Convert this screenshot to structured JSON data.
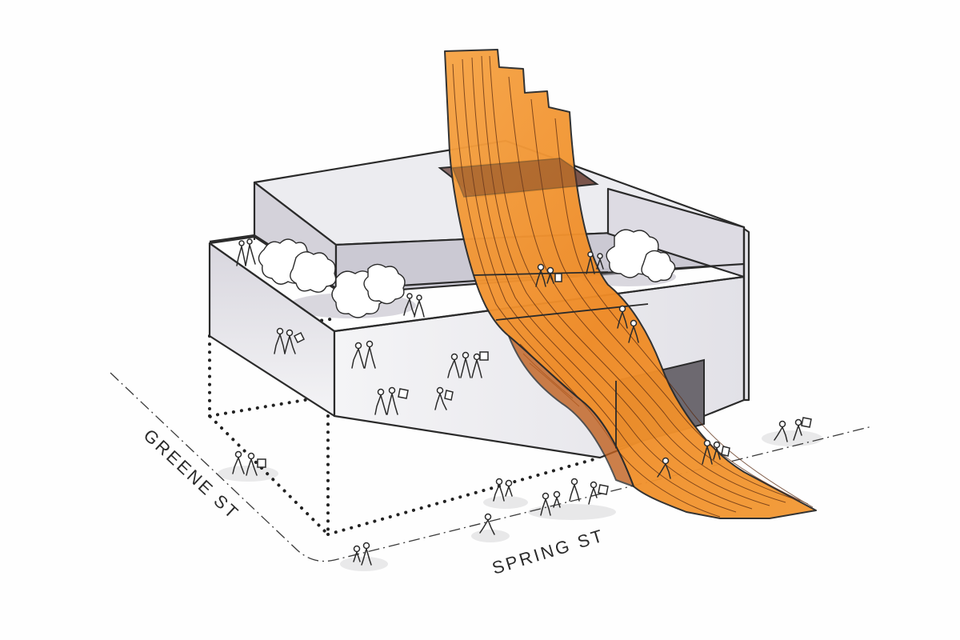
{
  "streets": {
    "greene": "GREENE ST",
    "spring": "SPRING ST"
  },
  "colors": {
    "ink": "#2b2b2b",
    "wall_light": "#f1f1f4",
    "wall_mid": "#dcdbe2",
    "wall_dark": "#c5c3cd",
    "ramp_light": "#f7a747",
    "ramp_mid": "#f08a24",
    "ramp_dark": "#b8561a",
    "skylight": "#8a6a66",
    "shadow": "#d8d8da"
  },
  "icons": {
    "figures": "people-figures",
    "trees": "tree-clusters"
  }
}
